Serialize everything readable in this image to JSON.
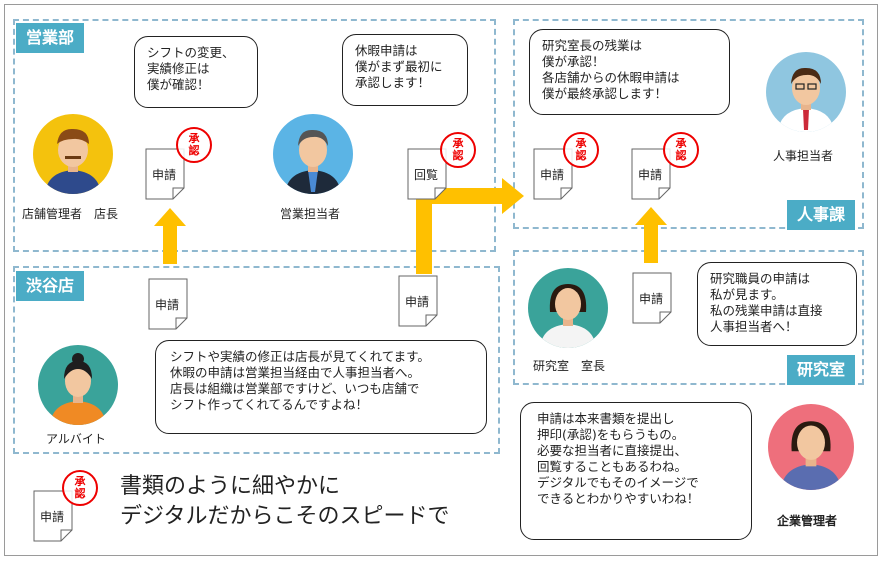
{
  "sections": {
    "eigyo": "営業部",
    "jinji": "人事課",
    "shibuya": "渋谷店",
    "kenkyu": "研究室"
  },
  "people": {
    "store_manager": "店舗管理者　店長",
    "sales": "営業担当者",
    "hr": "人事担当者",
    "lab_head": "研究室　室長",
    "part_timer": "アルバイト",
    "exec": "企業管理者"
  },
  "bubbles": {
    "store_manager": "シフトの変更、\n実績修正は\n僕が確認！",
    "sales": "休暇申請は\n僕がまず最初に\n承認します！",
    "hr": "研究室長の残業は\n僕が承認！\n各店舗からの休暇申請は\n僕が最終承認します！",
    "lab_head": "研究職員の申請は\n私が見ます。\n私の残業申請は直接\n人事担当者へ！",
    "part_timer": "シフトや実績の修正は店長が見てくれてます。\n休暇の申請は営業担当経由で人事担当者へ。\n店長は組織は営業部ですけど、いつも店舗で\nシフト作ってくれてるんですよね！",
    "exec": "申請は本来書類を提出し\n押印(承認)をもらうもの。\n必要な担当者に直接提出、\n回覧することもあるわね。\nデジタルでもそのイメージで\nできるとわかりやすいわね！"
  },
  "docs": {
    "shinsei": "申請",
    "kairan": "回覧"
  },
  "stamp": "承\n認",
  "bottom_text": "書類のように細やかに\nデジタルだからこそのスピードで",
  "colors": {
    "section_label": "#4bacc6",
    "arrow": "#ffc000",
    "stamp": "#ee0000"
  }
}
